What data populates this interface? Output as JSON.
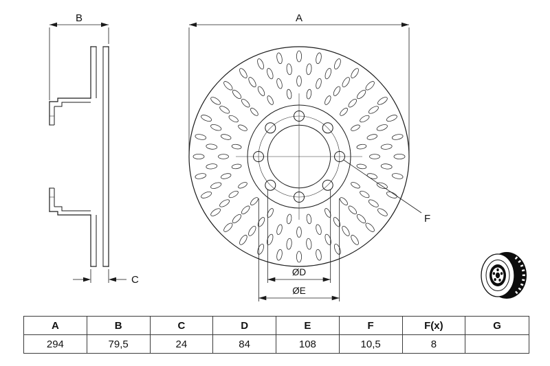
{
  "drawing": {
    "dim_a_label": "A",
    "dim_b_label": "B",
    "dim_c_label": "C",
    "dim_d_label": "ØD",
    "dim_e_label": "ØE",
    "dim_f_label": "F"
  },
  "table": {
    "headers": [
      "A",
      "B",
      "C",
      "D",
      "E",
      "F",
      "F(x)",
      "G"
    ],
    "values": [
      "294",
      "79,5",
      "24",
      "84",
      "108",
      "10,5",
      "8",
      ""
    ]
  }
}
